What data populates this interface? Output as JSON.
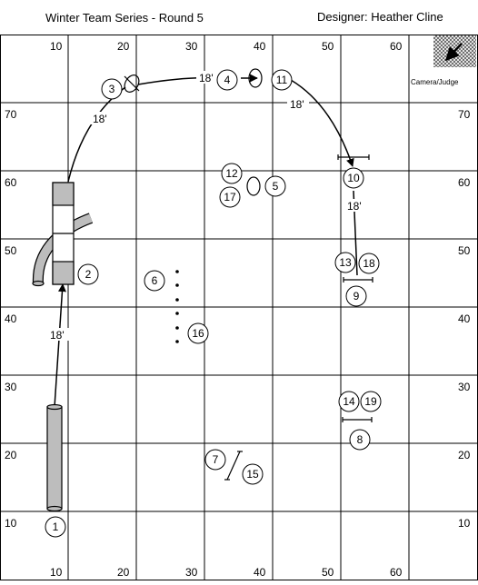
{
  "header": {
    "title": "Winter Team Series - Round 5",
    "designer": "Designer:  Heather Cline"
  },
  "grid": {
    "top_labels": [
      "10",
      "20",
      "30",
      "40",
      "50",
      "60"
    ],
    "bottom_labels": [
      "10",
      "20",
      "30",
      "40",
      "50",
      "60"
    ],
    "left_labels": [
      "70",
      "60",
      "50",
      "40",
      "30",
      "20",
      "10"
    ],
    "right_labels": [
      "70",
      "60",
      "50",
      "40",
      "30",
      "20",
      "10"
    ]
  },
  "camera_label": "Camera/Judge",
  "obstacles": [
    {
      "id": "1",
      "label": "1"
    },
    {
      "id": "2",
      "label": "2"
    },
    {
      "id": "3",
      "label": "3"
    },
    {
      "id": "4",
      "label": "4"
    },
    {
      "id": "5",
      "label": "5"
    },
    {
      "id": "6",
      "label": "6"
    },
    {
      "id": "7",
      "label": "7"
    },
    {
      "id": "8",
      "label": "8"
    },
    {
      "id": "9",
      "label": "9"
    },
    {
      "id": "10",
      "label": "10"
    },
    {
      "id": "11",
      "label": "11"
    },
    {
      "id": "12",
      "label": "12"
    },
    {
      "id": "13",
      "label": "13"
    },
    {
      "id": "14",
      "label": "14"
    },
    {
      "id": "15",
      "label": "15"
    },
    {
      "id": "16",
      "label": "16"
    },
    {
      "id": "17",
      "label": "17"
    },
    {
      "id": "18",
      "label": "18"
    },
    {
      "id": "19",
      "label": "19"
    }
  ],
  "distances": {
    "d1": "18'",
    "d2": "18'",
    "d3": "18'",
    "d4": "18'",
    "d5": "18'"
  }
}
